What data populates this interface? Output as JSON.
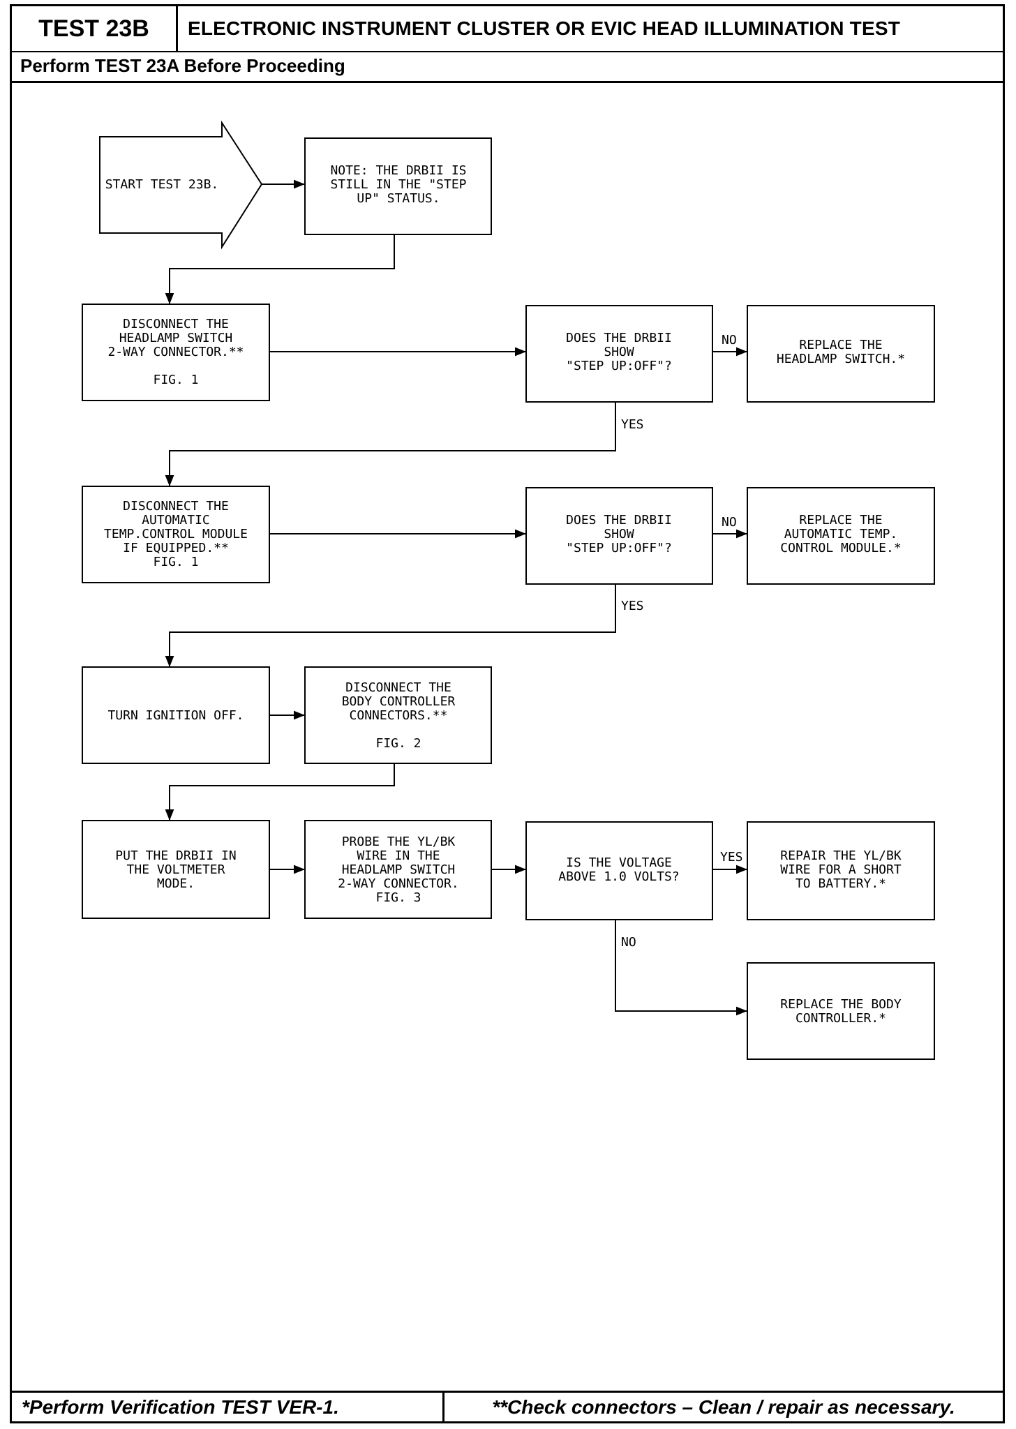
{
  "header": {
    "test_id": "TEST 23B",
    "title": "ELECTRONIC INSTRUMENT CLUSTER OR EVIC HEAD ILLUMINATION TEST",
    "prerequisite": "Perform TEST 23A Before Proceeding"
  },
  "footer": {
    "left": "*Perform Verification TEST VER-1.",
    "right": "**Check connectors – Clean / repair as necessary."
  },
  "flowchart": {
    "start": [
      "START TEST 23B."
    ],
    "note": [
      "NOTE: THE DRBII IS",
      "STILL IN THE \"STEP",
      "UP\" STATUS."
    ],
    "step1": [
      "DISCONNECT THE",
      "HEADLAMP SWITCH",
      "2-WAY CONNECTOR.**",
      "",
      "FIG. 1"
    ],
    "q1": [
      "DOES THE DRBII",
      "SHOW",
      "\"STEP UP:OFF\"?"
    ],
    "r1": [
      "REPLACE THE",
      "HEADLAMP SWITCH.*"
    ],
    "step2": [
      "DISCONNECT THE",
      "AUTOMATIC",
      "TEMP.CONTROL MODULE",
      "IF EQUIPPED.**",
      "FIG. 1"
    ],
    "q2": [
      "DOES THE DRBII",
      "SHOW",
      "\"STEP UP:OFF\"?"
    ],
    "r2": [
      "REPLACE THE",
      "AUTOMATIC TEMP.",
      "CONTROL MODULE.*"
    ],
    "step3": [
      "TURN IGNITION OFF."
    ],
    "step4": [
      "DISCONNECT THE",
      "BODY CONTROLLER",
      "CONNECTORS.**",
      "",
      "FIG. 2"
    ],
    "step5": [
      "PUT THE DRBII IN",
      "THE VOLTMETER",
      "MODE."
    ],
    "step6": [
      "PROBE THE YL/BK",
      "WIRE IN THE",
      "HEADLAMP SWITCH",
      "2-WAY CONNECTOR.",
      "FIG. 3"
    ],
    "q3": [
      "IS THE VOLTAGE",
      "ABOVE 1.0 VOLTS?"
    ],
    "r3": [
      "REPAIR THE YL/BK",
      "WIRE FOR A SHORT",
      "TO BATTERY.*"
    ],
    "r4": [
      "REPLACE THE BODY",
      "CONTROLLER.*"
    ],
    "labels": {
      "no": "NO",
      "yes": "YES"
    }
  }
}
